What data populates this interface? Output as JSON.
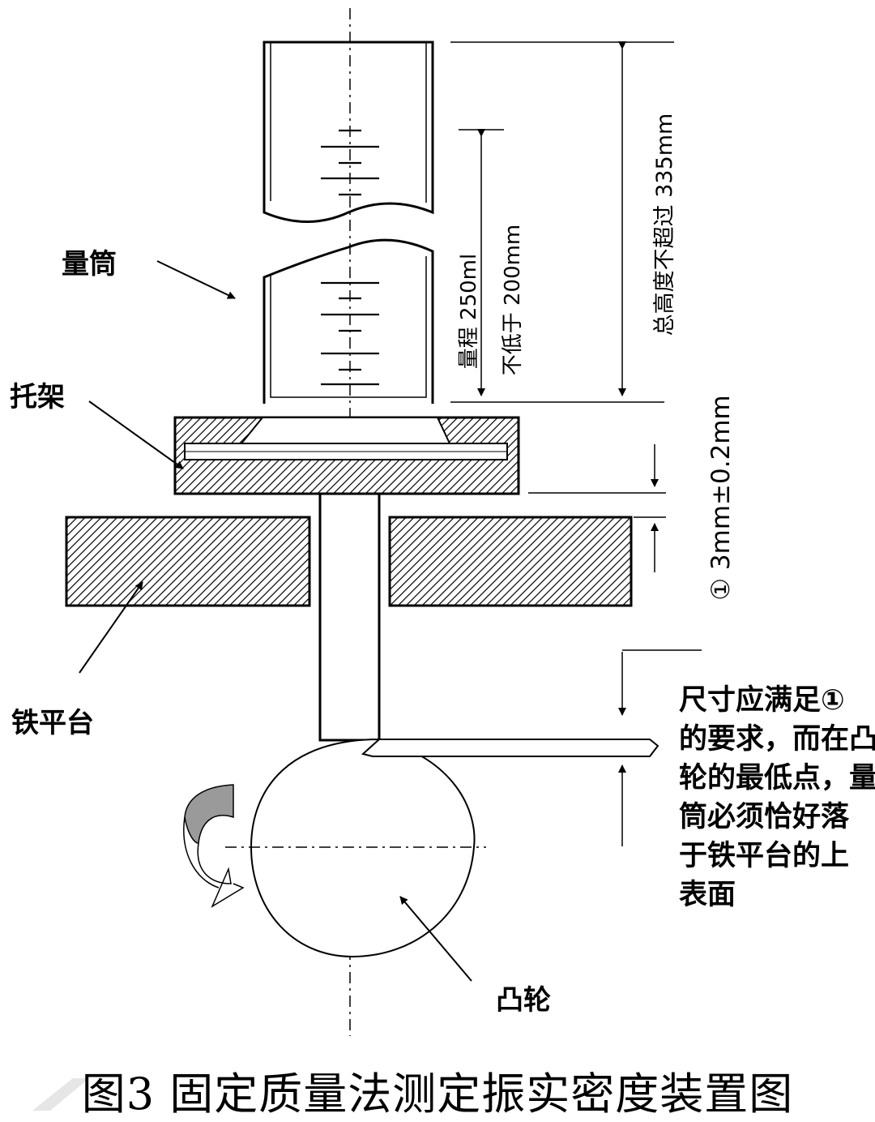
{
  "labels": {
    "cylinder": "量筒",
    "bracket": "托架",
    "platform": "铁平台",
    "cam": "凸轮"
  },
  "dimensions": {
    "range_a": "量程 250ml",
    "range_b": "不低于 200mm",
    "total_height": "总高度不超过 335mm",
    "gap": "① 3mm±0.2mm"
  },
  "note_lines": [
    "尺寸应满足①",
    "的要求，而在凸",
    "轮的最低点，量",
    "筒必须恰好落",
    "于铁平台的上",
    "表面"
  ],
  "caption": "图3  固定质量法测定振实密度装置图"
}
